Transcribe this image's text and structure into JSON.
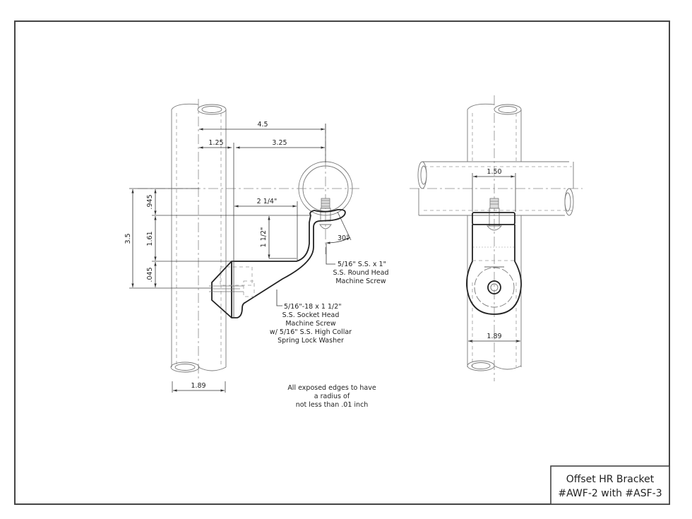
{
  "drawing": {
    "title_block": {
      "line1": "Offset HR Bracket",
      "line2": "#AWF-2 with #ASF-3"
    },
    "side_view": {
      "dimensions": {
        "overall_horizontal": "4.5",
        "post_offset": "1.25",
        "bracket_reach": "3.25",
        "arm_horizontal": "2 1/4\"",
        "arm_vertical": "1 1/2\"",
        "overall_vertical": "3.5",
        "top_segment": ".945",
        "middle_segment": "1.61",
        "bottom_segment": ".045",
        "post_diameter": "1.89",
        "angle": "30°"
      },
      "callouts": {
        "top_screw": [
          "5/16\" S.S. x 1\"",
          "S.S. Round Head",
          "Machine Screw"
        ],
        "bottom_screw": [
          "5/16\"-18 x 1 1/2\"",
          "S.S. Socket Head",
          "Machine Screw",
          "w/ 5/16\" S.S. High Collar",
          "Spring Lock Washer"
        ]
      }
    },
    "front_view": {
      "dimensions": {
        "saddle_width": "1.50",
        "post_diameter": "1.89"
      }
    },
    "general_note": [
      "All exposed edges to have",
      "a radius of",
      "not less than .01 inch"
    ]
  }
}
